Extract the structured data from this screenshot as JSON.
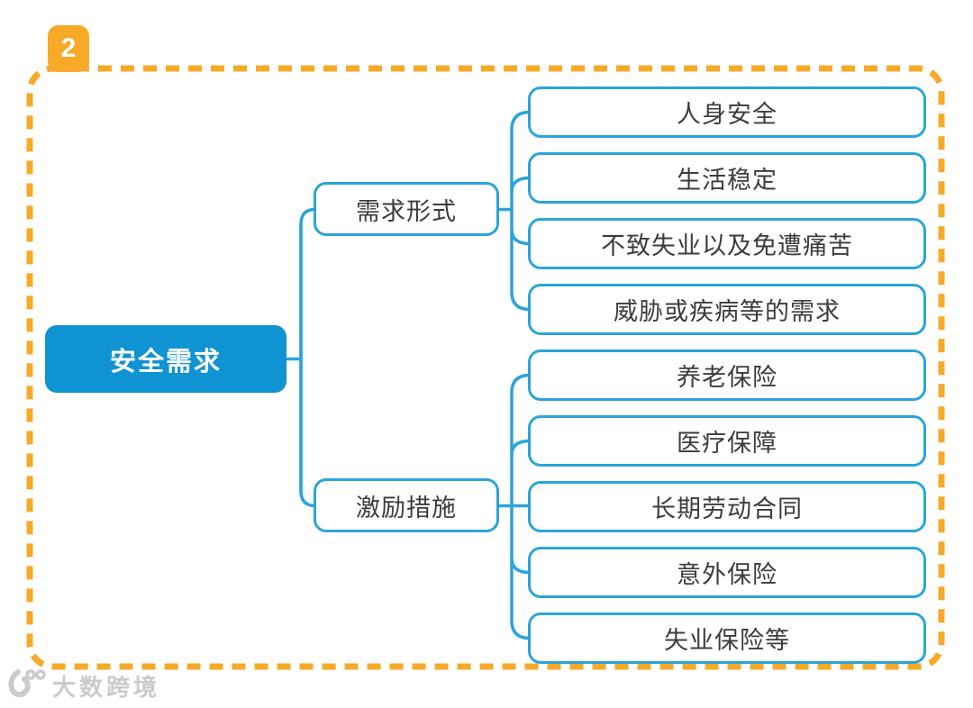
{
  "badge": {
    "number": "2"
  },
  "mindmap": {
    "root": {
      "label": "安全需求"
    },
    "branches": [
      {
        "label": "需求形式",
        "children": [
          "人身安全",
          "生活稳定",
          "不致失业以及免遭痛苦",
          "威胁或疾病等的需求"
        ]
      },
      {
        "label": "激励措施",
        "children": [
          "养老保险",
          "医疗保障",
          "长期劳动合同",
          "意外保险",
          "失业保险等"
        ]
      }
    ]
  },
  "watermark": {
    "text": "大数跨境"
  },
  "colors": {
    "accent_orange": "#F7A928",
    "root_fill_blue": "#0F93D2",
    "line_blue": "#2BA4DB",
    "text_dark": "#3C3C3C",
    "watermark_gray": "#CBCBCB"
  }
}
